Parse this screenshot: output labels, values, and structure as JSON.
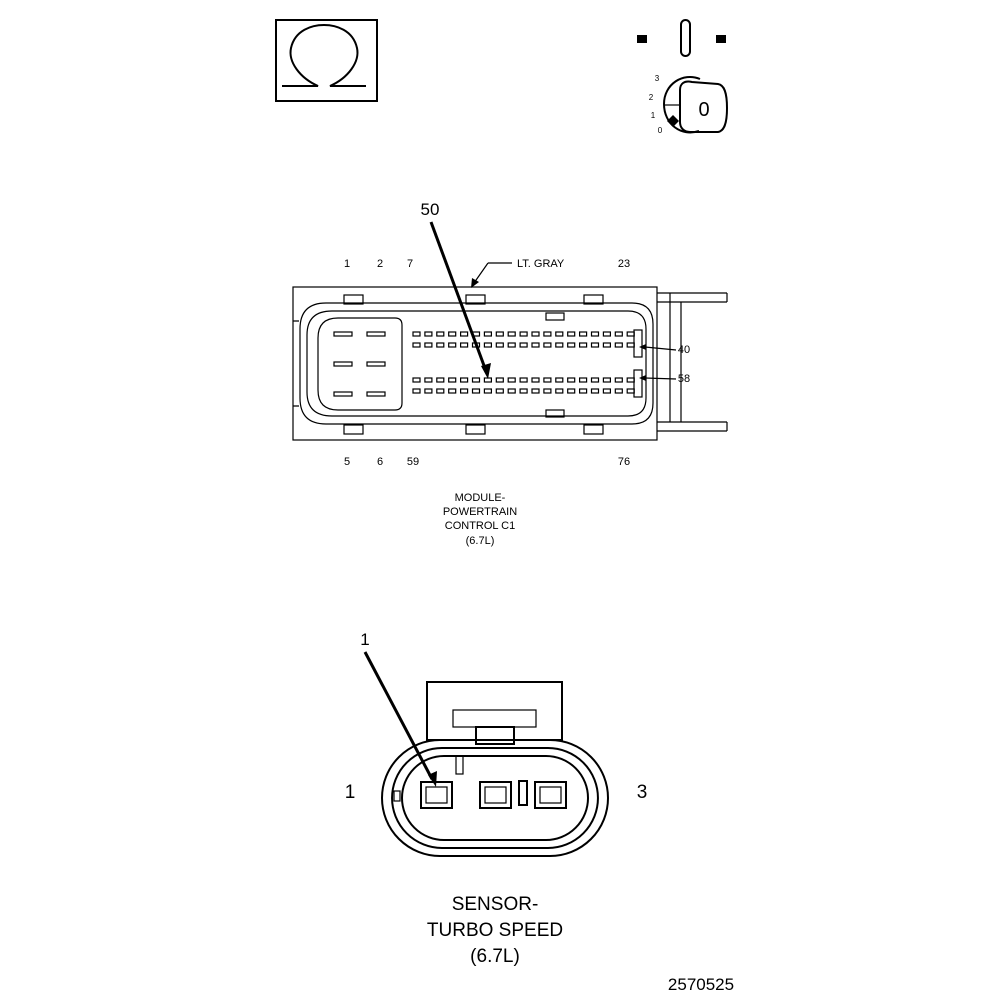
{
  "symbols": {
    "ohm_glyph": "Ω",
    "ohm_icon": "ohmmeter-icon",
    "key_icon": "ignition-key-icon",
    "key_marking": "0",
    "ignition_positions": [
      "3",
      "2",
      "1",
      "0"
    ]
  },
  "pcm_connector": {
    "callout_pin": "50",
    "color_note": "LT. GRAY",
    "top_pin_labels": [
      "1",
      "2",
      "7",
      "23"
    ],
    "bottom_pin_labels": [
      "5",
      "6",
      "59",
      "76"
    ],
    "side_pin_labels": [
      "40",
      "58"
    ],
    "caption": [
      "MODULE-",
      "POWERTRAIN",
      "CONTROL C1",
      "(6.7L)"
    ]
  },
  "sensor_connector": {
    "callout_pin": "1",
    "left_pin_label": "1",
    "right_pin_label": "3",
    "caption": [
      "SENSOR-",
      "TURBO SPEED",
      "(6.7L)"
    ]
  },
  "figure_id": "2570525"
}
